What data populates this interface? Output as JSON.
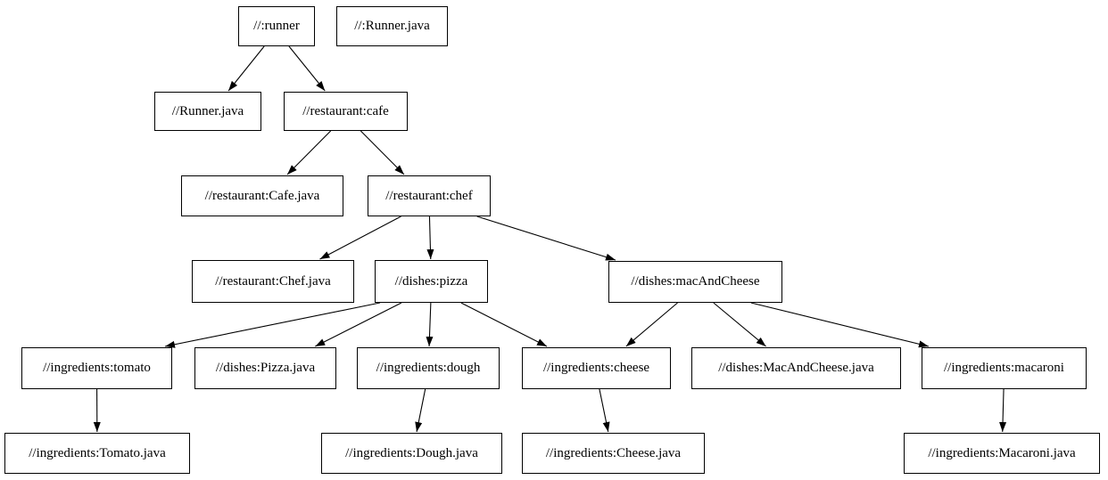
{
  "colors": {
    "background": "#ffffff",
    "node_fill": "#ffffff",
    "node_border": "#000000",
    "edge": "#000000",
    "text": "#000000"
  },
  "graph": {
    "nodes": [
      {
        "id": "runner",
        "label": "//:runner"
      },
      {
        "id": "runner_java_src",
        "label": "//:Runner.java"
      },
      {
        "id": "runner_java",
        "label": "//Runner.java"
      },
      {
        "id": "cafe",
        "label": "//restaurant:cafe"
      },
      {
        "id": "cafe_java",
        "label": "//restaurant:Cafe.java"
      },
      {
        "id": "chef",
        "label": "//restaurant:chef"
      },
      {
        "id": "chef_java",
        "label": "//restaurant:Chef.java"
      },
      {
        "id": "pizza",
        "label": "//dishes:pizza"
      },
      {
        "id": "mac_and_cheese",
        "label": "//dishes:macAndCheese"
      },
      {
        "id": "tomato",
        "label": "//ingredients:tomato"
      },
      {
        "id": "pizza_java",
        "label": "//dishes:Pizza.java"
      },
      {
        "id": "dough",
        "label": "//ingredients:dough"
      },
      {
        "id": "cheese",
        "label": "//ingredients:cheese"
      },
      {
        "id": "mac_and_cheese_java",
        "label": "//dishes:MacAndCheese.java"
      },
      {
        "id": "macaroni",
        "label": "//ingredients:macaroni"
      },
      {
        "id": "tomato_java",
        "label": "//ingredients:Tomato.java"
      },
      {
        "id": "dough_java",
        "label": "//ingredients:Dough.java"
      },
      {
        "id": "cheese_java",
        "label": "//ingredients:Cheese.java"
      },
      {
        "id": "macaroni_java",
        "label": "//ingredients:Macaroni.java"
      }
    ],
    "edges": [
      {
        "from": "runner",
        "to": "runner_java"
      },
      {
        "from": "runner",
        "to": "cafe"
      },
      {
        "from": "cafe",
        "to": "cafe_java"
      },
      {
        "from": "cafe",
        "to": "chef"
      },
      {
        "from": "chef",
        "to": "chef_java"
      },
      {
        "from": "chef",
        "to": "pizza"
      },
      {
        "from": "chef",
        "to": "mac_and_cheese"
      },
      {
        "from": "pizza",
        "to": "tomato"
      },
      {
        "from": "pizza",
        "to": "pizza_java"
      },
      {
        "from": "pizza",
        "to": "dough"
      },
      {
        "from": "pizza",
        "to": "cheese"
      },
      {
        "from": "mac_and_cheese",
        "to": "cheese"
      },
      {
        "from": "mac_and_cheese",
        "to": "mac_and_cheese_java"
      },
      {
        "from": "mac_and_cheese",
        "to": "macaroni"
      },
      {
        "from": "tomato",
        "to": "tomato_java"
      },
      {
        "from": "dough",
        "to": "dough_java"
      },
      {
        "from": "cheese",
        "to": "cheese_java"
      },
      {
        "from": "macaroni",
        "to": "macaroni_java"
      }
    ]
  }
}
